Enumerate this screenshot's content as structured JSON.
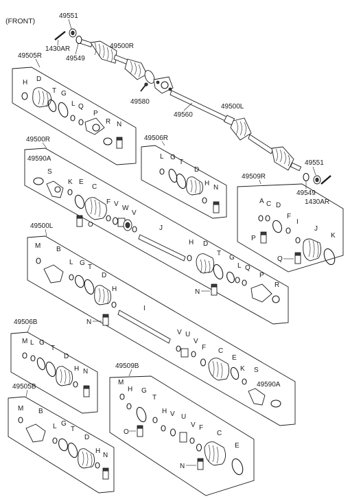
{
  "front_label": "(FRONT)",
  "callouts": {
    "c49551_top": "49551",
    "c1430AR_top": "1430AR",
    "c49549_top": "49549",
    "c49500R_top": "49500R",
    "c49505R": "49505R",
    "c49580": "49580",
    "c49560": "49560",
    "c49500L_top": "49500L",
    "c49506R": "49506R",
    "c49551_right": "49551",
    "c49549_right": "49549",
    "c1430AR_right": "1430AR",
    "c49509R": "49509R",
    "c49500R_panel": "49500R",
    "c49590A_top": "49590A",
    "c49500L_panel": "49500L",
    "c49506B": "49506B",
    "c49505B": "49505B",
    "c49509B": "49509B",
    "c49590A_bottom": "49590A"
  },
  "letters": {
    "r505_H": "H",
    "r505_D": "D",
    "r505_T": "T",
    "r505_G": "G",
    "r505_L": "L",
    "r505_Q": "Q",
    "r505_P": "P",
    "r505_R": "R",
    "r505_N": "N",
    "r506_L": "L",
    "r506_G": "G",
    "r506_T": "T",
    "r506_D": "D",
    "r506_H": "H",
    "r506_N": "N",
    "r509_A": "A",
    "r509_C": "C",
    "r509_D": "D",
    "r509_F": "F",
    "r509_I": "I",
    "r509_J": "J",
    "r509_K": "K",
    "r509_P": "P",
    "r509_Q": "Q",
    "r500_S": "S",
    "r500_K": "K",
    "r500_E": "E",
    "r500_C": "C",
    "r500_F": "F",
    "r500_V1": "V",
    "r500_W": "W",
    "r500_V2": "V",
    "r500_O": "O",
    "r500_J": "J",
    "r500_H": "H",
    "r500_D": "D",
    "r500_T": "T",
    "r500_G": "G",
    "r500_L": "L",
    "r500_Q": "Q",
    "r500_P": "P",
    "r500_R": "R",
    "r500_N": "N",
    "l500_M": "M",
    "l500_B": "B",
    "l500_L": "L",
    "l500_G": "G",
    "l500_T": "T",
    "l500_D": "D",
    "l500_H": "H",
    "l500_N": "N",
    "l500_I": "I",
    "l500_V1": "V",
    "l500_U": "U",
    "l500_V2": "V",
    "l500_F": "F",
    "l500_C": "C",
    "l500_E": "E",
    "l500_K": "K",
    "l500_S": "S",
    "b506_M": "M",
    "b506_L": "L",
    "b506_G": "G",
    "b506_T": "T",
    "b506_D": "D",
    "b506_H": "H",
    "b506_N": "N",
    "b505_M": "M",
    "b505_B": "B",
    "b505_L": "L",
    "b505_G": "G",
    "b505_T": "T",
    "b505_D": "D",
    "b505_H": "H",
    "b505_N": "N",
    "b509_M": "M",
    "b509_H1": "H",
    "b509_G": "G",
    "b509_T": "T",
    "b509_O": "O",
    "b509_H2": "H",
    "b509_V1": "V",
    "b509_U": "U",
    "b509_V2": "V",
    "b509_F": "F",
    "b509_C": "C",
    "b509_N": "N",
    "b509_E": "E"
  }
}
